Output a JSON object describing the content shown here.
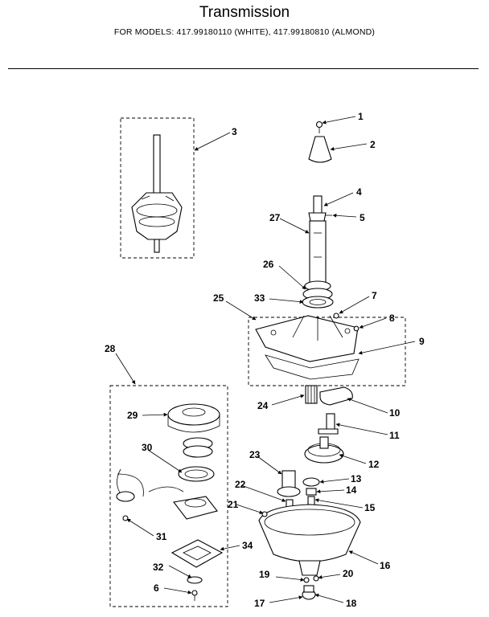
{
  "header": {
    "title": "Transmission",
    "subtitle": "FOR MODELS:  417.99180110 (WHITE), 417.99180810 (ALMOND)"
  },
  "callouts": [
    "1",
    "2",
    "3",
    "4",
    "5",
    "27",
    "26",
    "33",
    "7",
    "25",
    "8",
    "9",
    "28",
    "24",
    "10",
    "29",
    "11",
    "30",
    "12",
    "23",
    "13",
    "22",
    "14",
    "15",
    "21",
    "31",
    "16",
    "34",
    "32",
    "19",
    "20",
    "6",
    "17",
    "18"
  ]
}
